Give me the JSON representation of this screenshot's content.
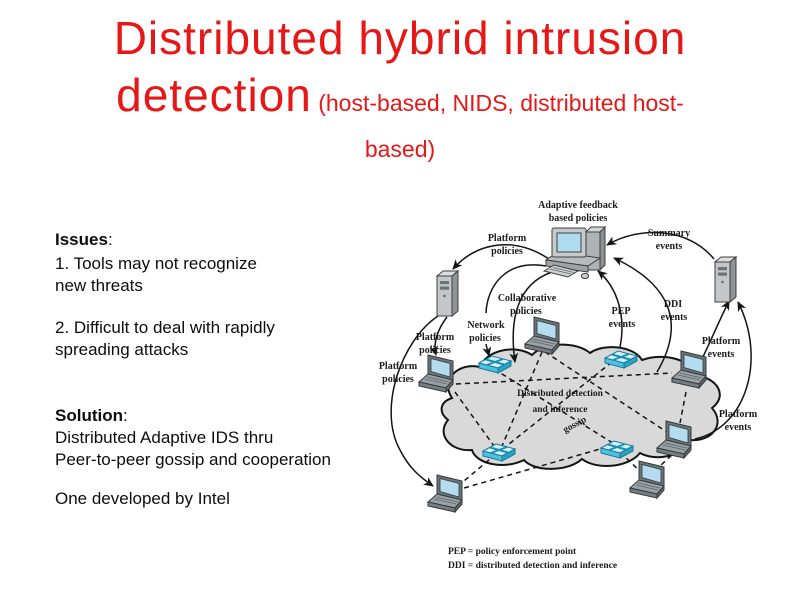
{
  "title": {
    "line1": "Distributed hybrid intrusion",
    "line2_big": "detection",
    "line2_small": " (host-based, NIDS, distributed host-",
    "line3_small": "based)",
    "color": "#e61717"
  },
  "left_panel": {
    "issues_label": "Issues",
    "issues_colon": ":",
    "issue1_line1": "1. Tools may not recognize",
    "issue1_line2": "new threats",
    "issue2_line1": "2. Difficult to deal with rapidly",
    "issue2_line2": "spreading attacks",
    "solution_label": "Solution",
    "solution_colon": ":",
    "solution_line1": "Distributed Adaptive IDS thru",
    "solution_line2": "Peer-to-peer gossip and cooperation",
    "footnote": "One developed by Intel"
  },
  "diagram": {
    "labels": {
      "adaptive_feedback": [
        "Adaptive feedback",
        "based policies"
      ],
      "platform_policies_top": [
        "Platform",
        "policies"
      ],
      "summary_events": [
        "Summary",
        "events"
      ],
      "collaborative_policies": [
        "Collaborative",
        "policies"
      ],
      "network_policies": [
        "Network",
        "policies"
      ],
      "pep_events": [
        "PEP",
        "events"
      ],
      "ddi_events": [
        "DDI",
        "events"
      ],
      "platform_policies_mid": [
        "Platform",
        "policies"
      ],
      "platform_policies_far": [
        "Platform",
        "policies"
      ],
      "platform_events_upper": [
        "Platform",
        "events"
      ],
      "platform_events_lower": [
        "Platform",
        "events"
      ],
      "cloud": [
        "Distributed detection",
        "and inference"
      ],
      "gossip": "gossip"
    },
    "legend": {
      "pep": "PEP = policy enforcement point",
      "ddi": "DDI = distributed detection and inference"
    },
    "icons": {
      "desktop": "desktop-computer-icon",
      "server": "server-tower-icon",
      "laptop": "laptop-icon",
      "switch": "network-switch-icon",
      "cloud": "network-cloud-shape"
    },
    "colors": {
      "cloud_fill": "#d9d9d9",
      "screen_blue": "#b5dcee",
      "switch_blue": "#4fc0dd",
      "line": "#141414"
    }
  }
}
